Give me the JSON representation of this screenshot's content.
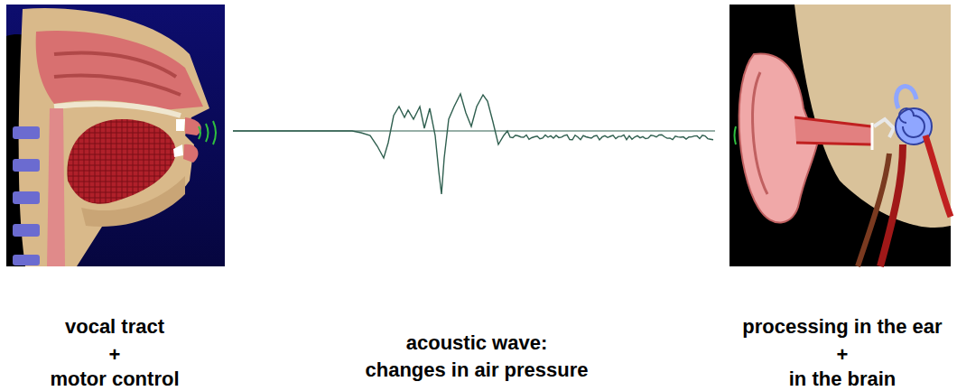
{
  "diagram": {
    "labels": [
      "vocal tract",
      "+",
      "motor control",
      "acoustic wave:",
      "changes in air pressure",
      "processing in the ear",
      "+",
      "in the brain"
    ]
  }
}
